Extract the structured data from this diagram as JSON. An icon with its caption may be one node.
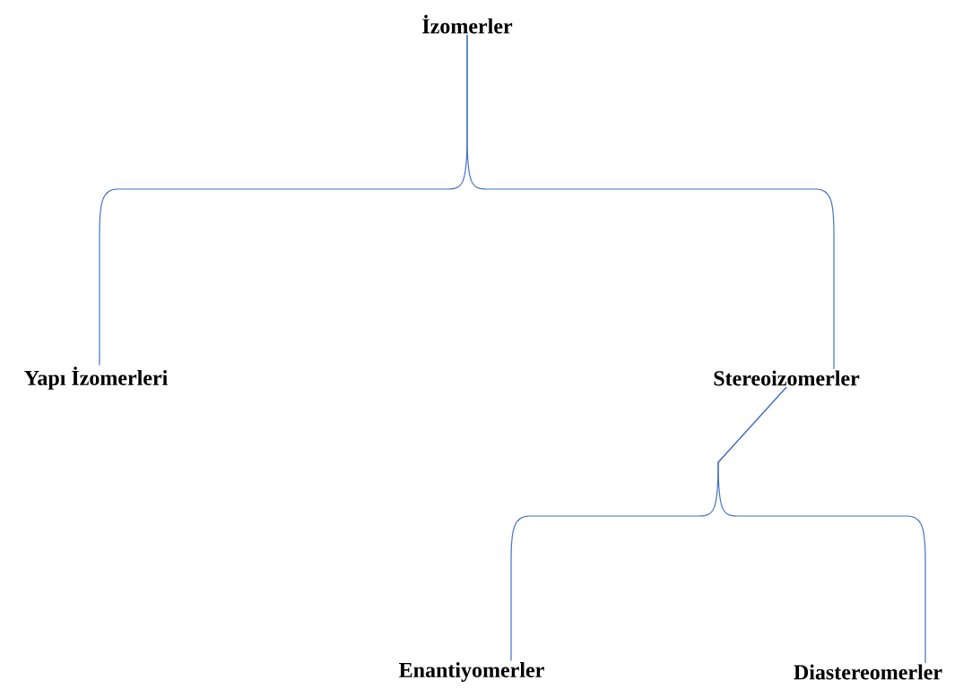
{
  "diagram": {
    "nodes": [
      {
        "text": [
          "İzomerler"
        ]
      },
      {
        "text": [
          "Yapı İzomerleri"
        ]
      },
      {
        "text": [
          "Stereoizomerler"
        ]
      },
      {
        "text": [
          "Enantiyomerler"
        ]
      },
      {
        "text": [
          "Diastereomerler"
        ]
      }
    ],
    "edges": [
      {
        "from": 0,
        "to": 1,
        "arrow": "none"
      },
      {
        "from": 0,
        "to": 2,
        "arrow": "none"
      },
      {
        "from": 2,
        "to": 3,
        "arrow": "none"
      },
      {
        "from": 2,
        "to": 4,
        "arrow": "none"
      }
    ]
  }
}
